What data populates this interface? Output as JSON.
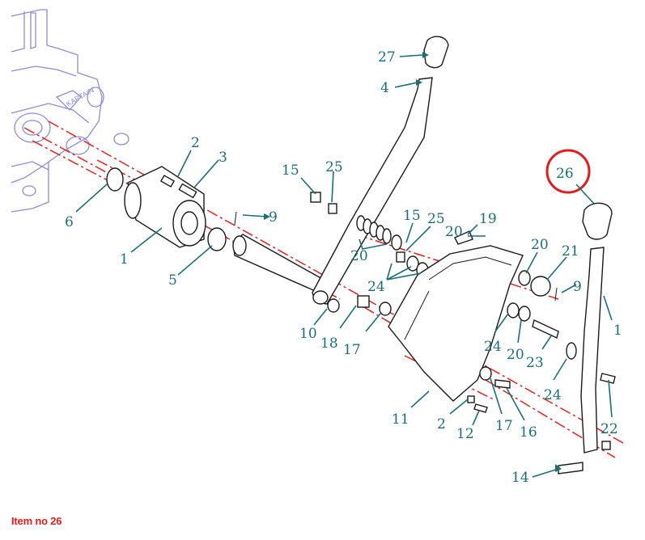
{
  "caption": "Item no 26",
  "highlighted_item": "26",
  "colors": {
    "callout": "#1b6e78",
    "axis": "#e62020",
    "highlight": "#e31b1b",
    "ghost_assembly": "#8c8cd8",
    "logo_text": "KAPTAIN"
  },
  "callouts": [
    "27",
    "4",
    "26",
    "15",
    "25",
    "2",
    "3",
    "6",
    "9",
    "1",
    "5",
    "20",
    "15",
    "25",
    "20",
    "19",
    "20",
    "21",
    "9",
    "24",
    "10",
    "18",
    "17",
    "24",
    "20",
    "23",
    "1",
    "24",
    "11",
    "2",
    "12",
    "17",
    "16",
    "22",
    "14"
  ]
}
